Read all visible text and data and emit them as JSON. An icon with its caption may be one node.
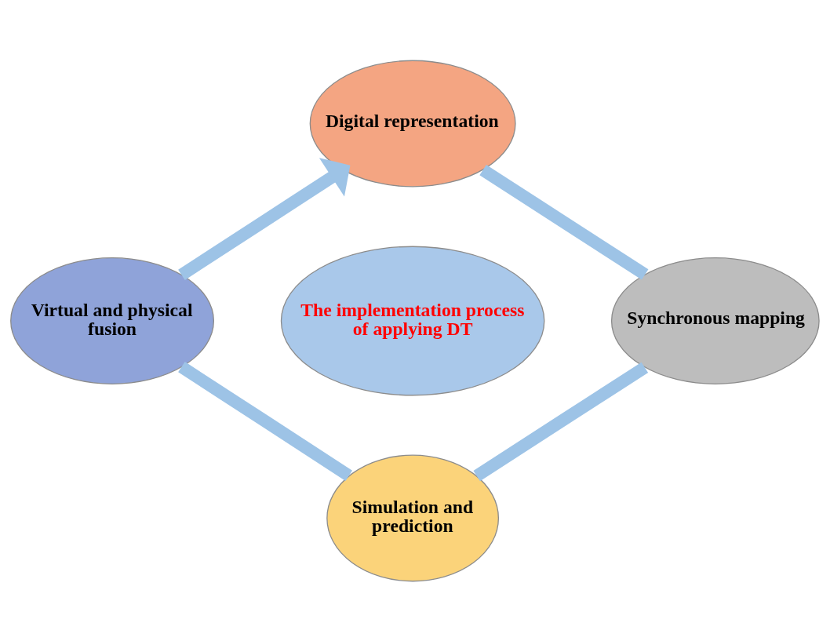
{
  "diagram": {
    "nodes": [
      {
        "text": [
          "Digital representation"
        ]
      },
      {
        "text": [
          "Synchronous mapping"
        ]
      },
      {
        "text": [
          "Simulation and prediction"
        ]
      },
      {
        "text": [
          "Virtual and physical fusion"
        ]
      },
      {
        "text": [
          "The implementation process of applying DT"
        ]
      }
    ],
    "edges": [
      {
        "from": 0,
        "to": 1,
        "arrow": "none"
      },
      {
        "from": 1,
        "to": 2,
        "arrow": "none"
      },
      {
        "from": 2,
        "to": 3,
        "arrow": "none"
      },
      {
        "from": 3,
        "to": 0,
        "arrow": "to"
      }
    ]
  }
}
